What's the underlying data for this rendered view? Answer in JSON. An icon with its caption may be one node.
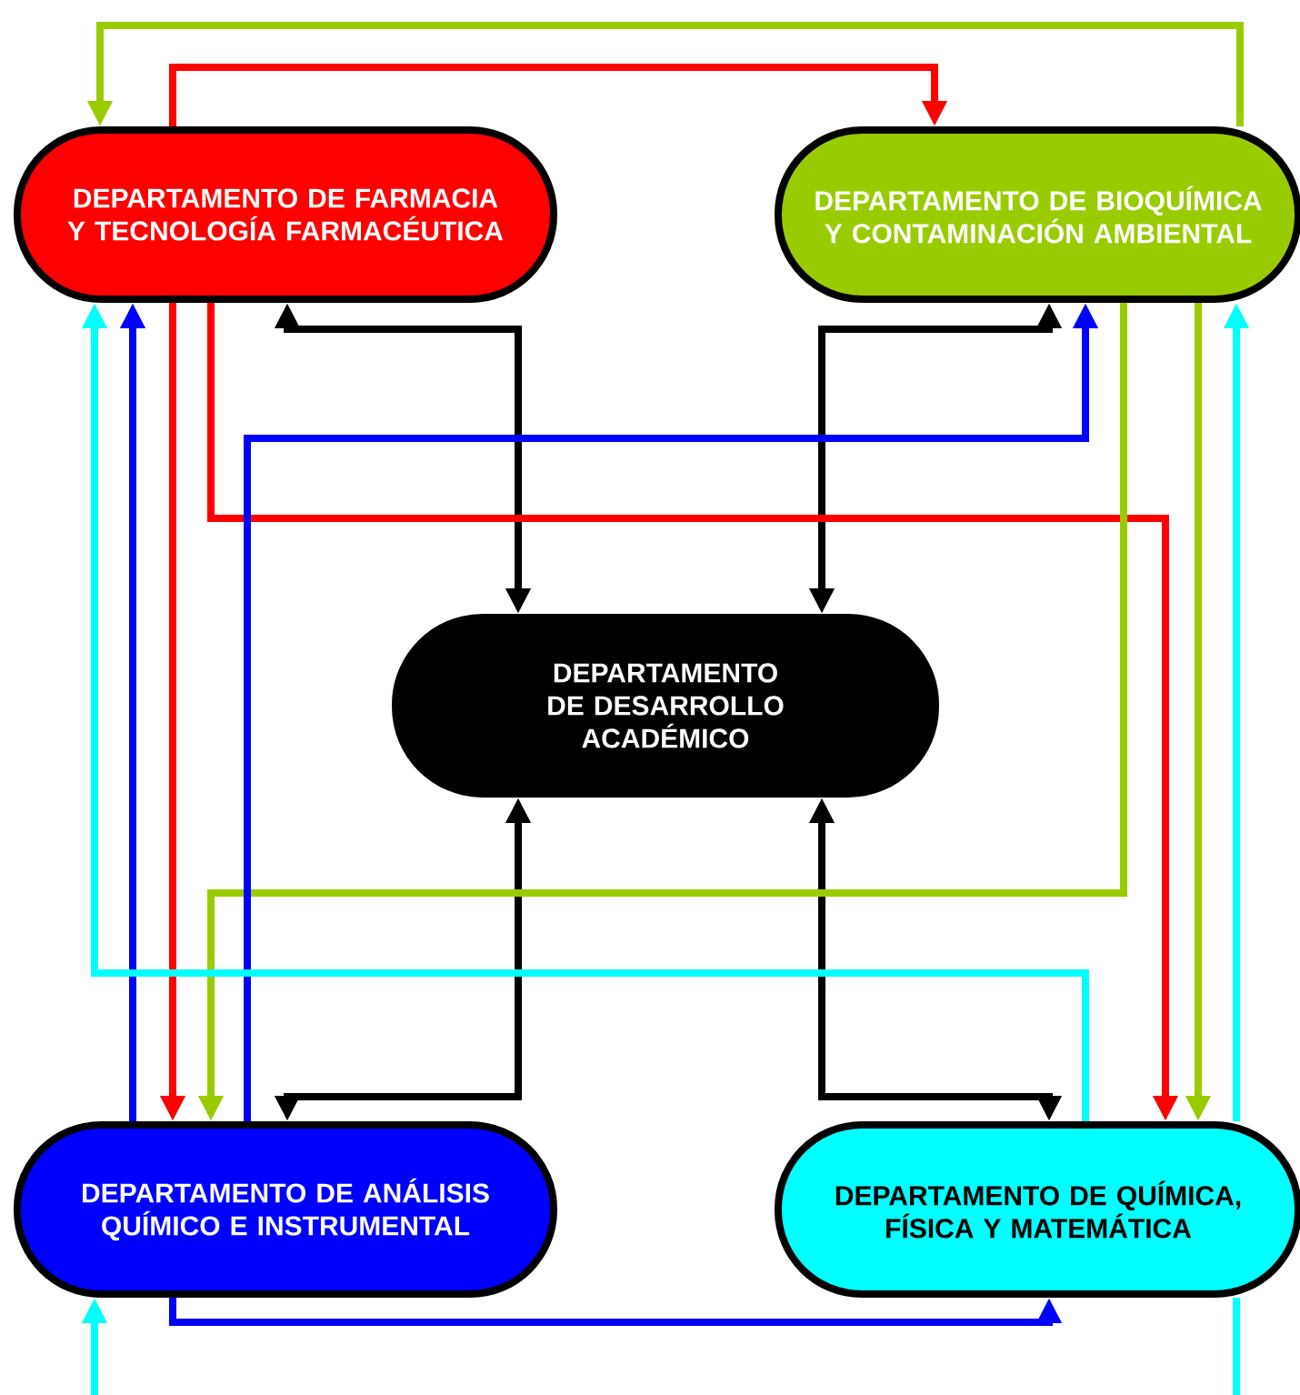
{
  "diagram": {
    "nodes": [
      {
        "text": [
          "DEPARTAMENTO DE FARMACIA Y TECNOLOGÍA FARMACÉUTICA"
        ]
      },
      {
        "text": [
          "DEPARTAMENTO DE BIOQUÍMICA Y CONTAMINACIÓN AMBIENTAL"
        ]
      },
      {
        "text": [
          "DEPARTAMENTO DE DESARROLLO ACADÉMICO"
        ]
      },
      {
        "text": [
          "DEPARTAMENTO DE ANÁLISIS QUÍMICO E INSTRUMENTAL"
        ]
      },
      {
        "text": [
          "DEPARTAMENTO DE QUÍMICA, FÍSICA Y MATEMÁTICA"
        ]
      }
    ],
    "edges": [
      {
        "from": 2,
        "to": 0,
        "arrow": "both",
        "color": "#000000"
      },
      {
        "from": 2,
        "to": 1,
        "arrow": "both",
        "color": "#000000"
      },
      {
        "from": 2,
        "to": 3,
        "arrow": "both",
        "color": "#000000"
      },
      {
        "from": 2,
        "to": 4,
        "arrow": "both",
        "color": "#000000"
      },
      {
        "from": 0,
        "to": 1,
        "arrow": "to",
        "color": "#ff0000"
      },
      {
        "from": 0,
        "to": 3,
        "arrow": "to",
        "color": "#ff0000"
      },
      {
        "from": 0,
        "to": 4,
        "arrow": "to",
        "color": "#ff0000"
      },
      {
        "from": 1,
        "to": 0,
        "arrow": "to",
        "color": "#99cc00"
      },
      {
        "from": 1,
        "to": 3,
        "arrow": "to",
        "color": "#99cc00"
      },
      {
        "from": 1,
        "to": 4,
        "arrow": "to",
        "color": "#99cc00"
      },
      {
        "from": 3,
        "to": 0,
        "arrow": "to",
        "color": "#0000ff"
      },
      {
        "from": 3,
        "to": 1,
        "arrow": "to",
        "color": "#0000ff"
      },
      {
        "from": 3,
        "to": 4,
        "arrow": "to",
        "color": "#0000ff"
      },
      {
        "from": 4,
        "to": 0,
        "arrow": "to",
        "color": "#00ffff"
      },
      {
        "from": 4,
        "to": 1,
        "arrow": "to",
        "color": "#00ffff"
      },
      {
        "from": null,
        "to": 3,
        "arrow": "to",
        "color": "#00ffff"
      },
      {
        "from": 4,
        "to": null,
        "arrow": "none",
        "color": "#00ffff"
      }
    ]
  }
}
